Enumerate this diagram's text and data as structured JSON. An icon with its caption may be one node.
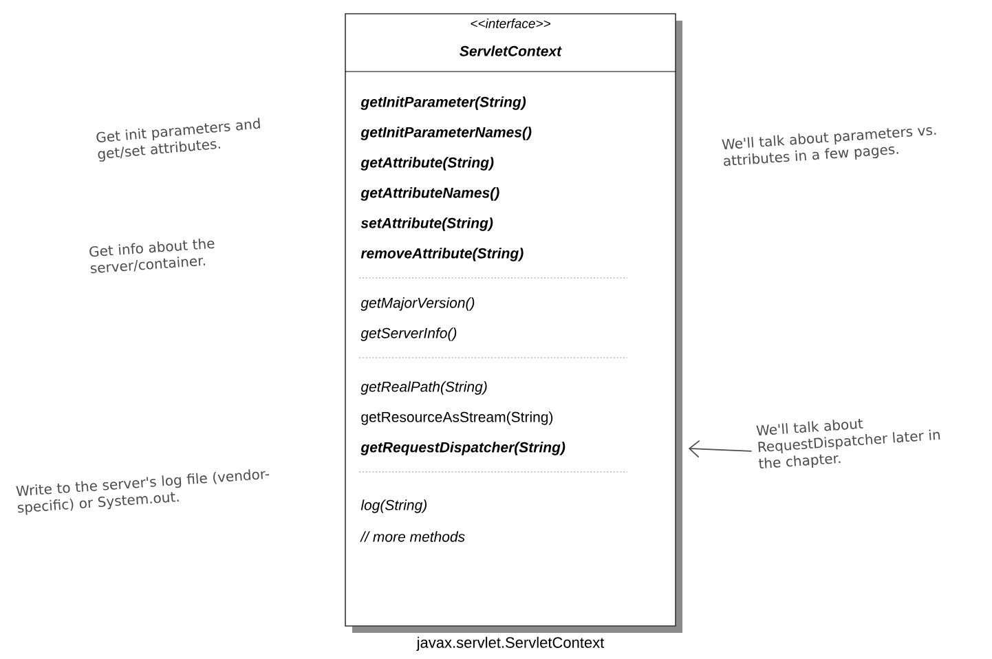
{
  "diagram": {
    "nodes": [
      {
        "text": [
          "<<interface>>",
          "ServletContext",
          "getInitParameter(String)",
          "getInitParameterNames()",
          "getAttribute(String)",
          "getAttributeNames()",
          "setAttribute(String)",
          "removeAttribute(String)",
          "getMajorVersion()",
          "getServerInfo()",
          "getRealPath(String)",
          "getResourceAsStream(String)",
          "getRequestDispatcher(String)",
          "log(String)",
          "// more methods"
        ],
        "beside": [
          "javax.servlet.ServletContext"
        ]
      },
      {
        "text": [
          "We'll talk about RequestDispatcher later in the chapter."
        ]
      }
    ],
    "edges": [
      {
        "from": 1,
        "to": 0,
        "arrow": "to"
      }
    ],
    "labels": [
      "Get init parameters and get/set attributes.",
      "We'll talk about parameters vs. attributes in a few pages.",
      "Get info about the server/container.",
      "Write to the server's log file (vendor-specific) or System.out."
    ]
  }
}
